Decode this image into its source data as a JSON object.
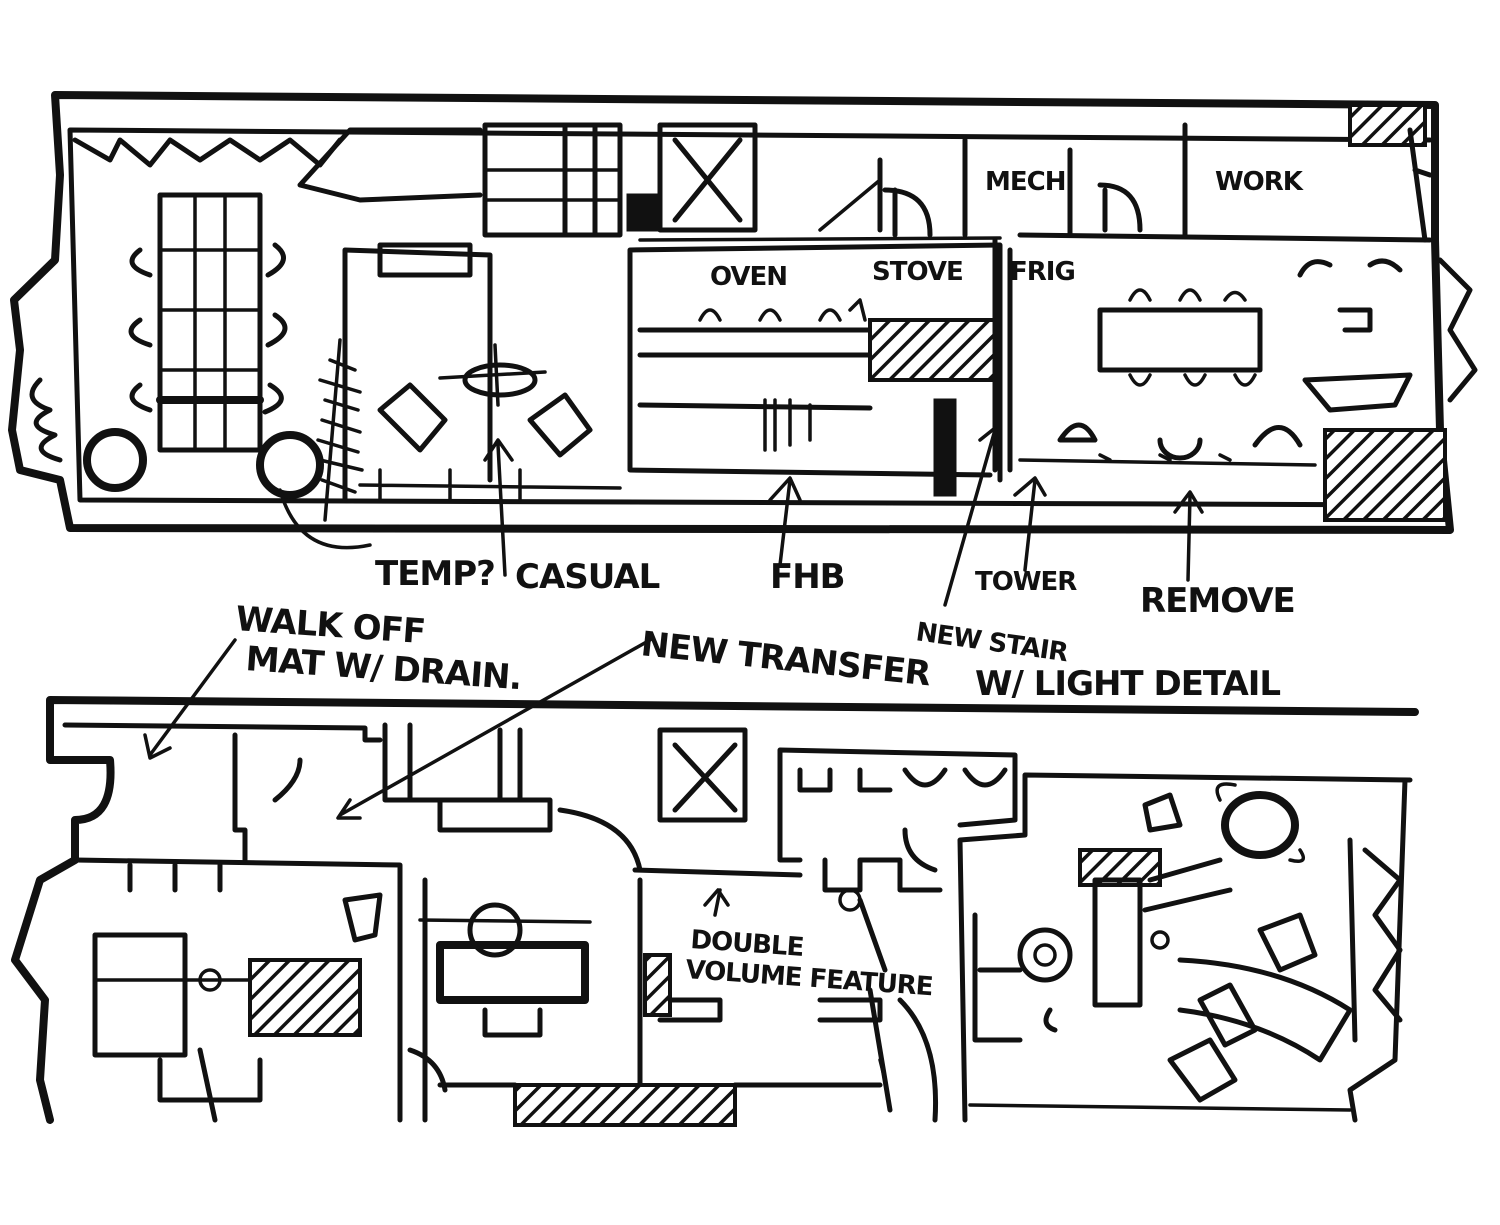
{
  "annotations": {
    "temp": "TEMP?",
    "casual": "CASUAL",
    "fhb": "FHB",
    "tower": "TOWER",
    "new_stair": "NEW STAIR",
    "new_stair_detail": "W/ LIGHT DETAIL",
    "remove": "REMOVE",
    "walk_off": "WALK OFF",
    "mat_w_drain": "MAT W/ DRAIN.",
    "new_transfer": "NEW TRANSFER",
    "double": "DOUBLE",
    "volume_feature": "VOLUME FEATURE",
    "oven": "OVEN",
    "stove": "STOVE",
    "fridge": "FRIG",
    "mech": "MECH",
    "work": "WORK"
  },
  "colors": {
    "ink": "#111111",
    "paper": "#ffffff"
  }
}
